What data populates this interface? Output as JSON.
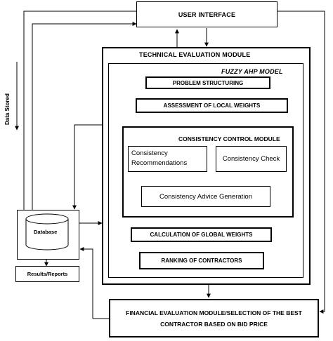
{
  "user_interface": "USER INTERFACE",
  "technical_module": "TECHNICAL EVALUATION MODULE",
  "fuzzy_ahp": "FUZZY AHP MODEL",
  "problem_structuring": "PROBLEM STRUCTURING",
  "assessment_local": "ASSESSMENT OF LOCAL WEIGHTS",
  "consistency_module": "CONSISTENCY CONTROL MODULE",
  "consistency_recommendations": "Consistency Recommendations",
  "consistency_check": "Consistency Check",
  "consistency_advice": "Consistency Advice Generation",
  "global_weights": "CALCULATION OF GLOBAL WEIGHTS",
  "ranking": "RANKING OF CONTRACTORS",
  "database": "Database",
  "results_reports": "Results/Reports",
  "data_stored": "Data Stored",
  "financial": "FINANCIAL EVALUATION MODULE/SELECTION OF THE BEST CONTRACTOR BASED ON BID PRICE"
}
